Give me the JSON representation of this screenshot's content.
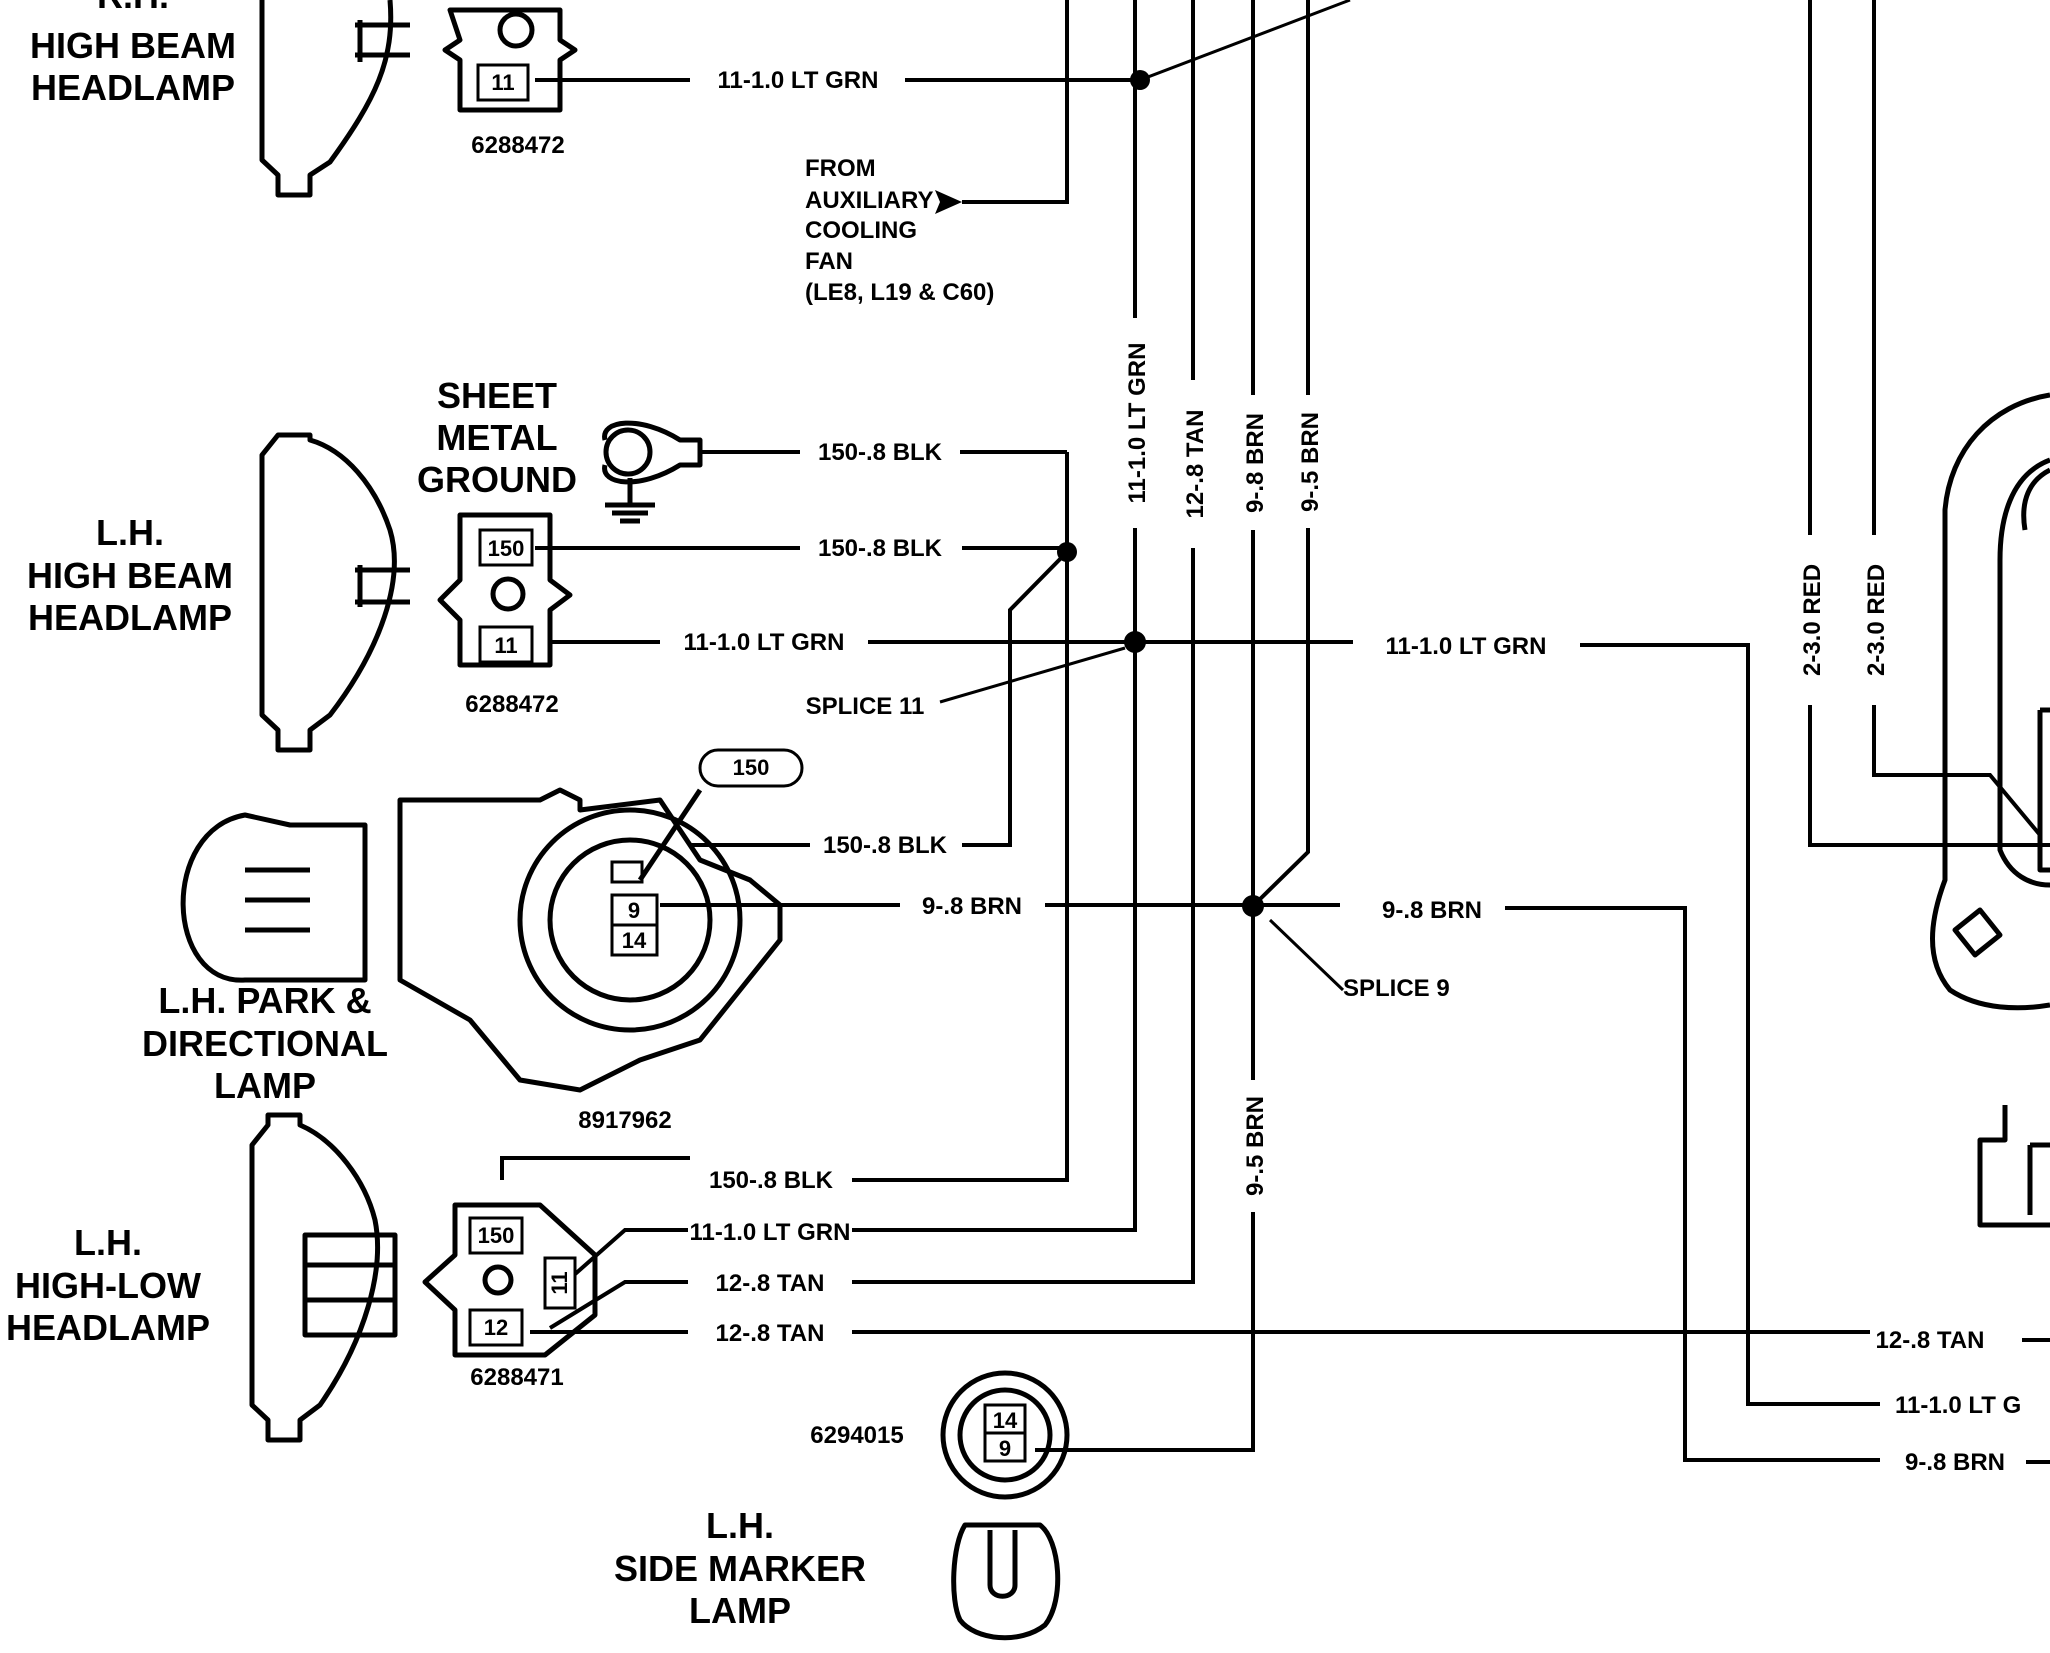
{
  "components": {
    "rh_high_beam": [
      "R.H.",
      "HIGH BEAM",
      "HEADLAMP"
    ],
    "lh_high_beam": [
      "L.H.",
      "HIGH BEAM",
      "HEADLAMP"
    ],
    "sheet_metal_ground": [
      "SHEET",
      "METAL",
      "GROUND"
    ],
    "lh_park": [
      "L.H. PARK &",
      "DIRECTIONAL",
      "LAMP"
    ],
    "lh_high_low": [
      "L.H.",
      "HIGH-LOW",
      "HEADLAMP"
    ],
    "lh_side_marker": [
      "L.H.",
      "SIDE MARKER",
      "LAMP"
    ]
  },
  "part_numbers": {
    "rh_high_beam_conn": "6288472",
    "lh_high_beam_conn": "6288472",
    "park_lamp": "8917962",
    "high_low_conn": "6288471",
    "side_marker_conn": "6294015"
  },
  "pins": {
    "p11": "11",
    "p150": "150",
    "p9": "9",
    "p14": "14",
    "p12": "12",
    "callout_150": "150"
  },
  "wires": {
    "w11_lt_grn": "11-1.0 LT GRN",
    "w150_blk": "150-.8 BLK",
    "w12_tan": "12-.8 TAN",
    "w9_8_brn": "9-.8 BRN",
    "w9_5_brn": "9-.5 BRN",
    "w2_red": "2-3.0 RED",
    "w11_lt_g_cut": "11-1.0 LT G"
  },
  "notes": {
    "aux_fan": [
      "FROM",
      "AUXILIARY",
      "COOLING",
      "FAN",
      "(LE8, L19 & C60)"
    ],
    "splice11": "SPLICE 11",
    "splice9": "SPLICE 9"
  }
}
